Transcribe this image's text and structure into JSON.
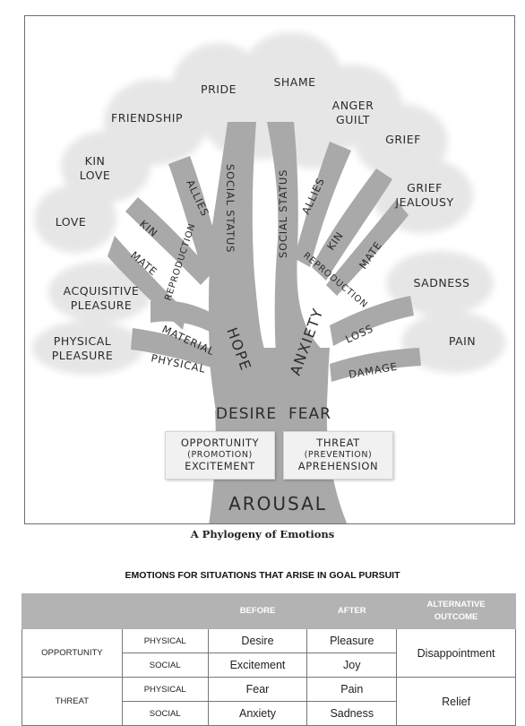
{
  "tree": {
    "leaves": [
      "PRIDE",
      "SHAME",
      "FRIENDSHIP",
      "ANGER",
      "GUILT",
      "GRIEF",
      "KIN",
      "LOVE",
      "GRIEF",
      "JEALOUSY",
      "LOVE",
      "ACQUISITIVE",
      "PLEASURE",
      "SADNESS",
      "PHYSICAL",
      "PLEASURE",
      "PAIN"
    ],
    "branches": {
      "allies_left": "ALLIES",
      "social_status_left": "SOCIAL STATUS",
      "social_status_right": "SOCIAL STATUS",
      "allies_right": "ALLIES",
      "kin_left": "KIN",
      "mate_left": "MATE",
      "reproduction_left": "REPRODUCTION",
      "kin_right": "KIN",
      "mate_right": "MATE",
      "reproduction_right": "REPRODUCTION",
      "material": "MATERIAL",
      "physical": "PHYSICAL",
      "loss": "LOSS",
      "damage": "DAMAGE",
      "hope": "HOPE",
      "anxiety": "ANXIETY"
    },
    "trunk": {
      "desire": "DESIRE",
      "fear": "FEAR",
      "arousal": "AROUSAL"
    },
    "boxes": {
      "opportunity": {
        "line1": "OPPORTUNITY",
        "line2": "(PROMOTION)",
        "line3": "EXCITEMENT"
      },
      "threat": {
        "line1": "THREAT",
        "line2": "(PREVENTION)",
        "line3": "APREHENSION"
      }
    },
    "colors": {
      "canopy": "#e6e6e6",
      "trunk": "#a9a9a9"
    }
  },
  "caption": "A Phylogeny of Emotions",
  "table": {
    "title": "EMOTIONS FOR SITUATIONS THAT ARISE IN GOAL PURSUIT",
    "headers": [
      "",
      "",
      "BEFORE",
      "AFTER",
      "ALTERNATIVE OUTCOME"
    ],
    "rows": [
      {
        "group": "OPPORTUNITY",
        "type": "PHYSICAL",
        "before": "Desire",
        "after": "Pleasure",
        "alternative": "Disappointment"
      },
      {
        "group": "",
        "type": "SOCIAL",
        "before": "Excitement",
        "after": "Joy",
        "alternative": ""
      },
      {
        "group": "THREAT",
        "type": "PHYSICAL",
        "before": "Fear",
        "after": "Pain",
        "alternative": "Relief"
      },
      {
        "group": "",
        "type": "SOCIAL",
        "before": "Anxiety",
        "after": "Sadness",
        "alternative": ""
      }
    ]
  }
}
